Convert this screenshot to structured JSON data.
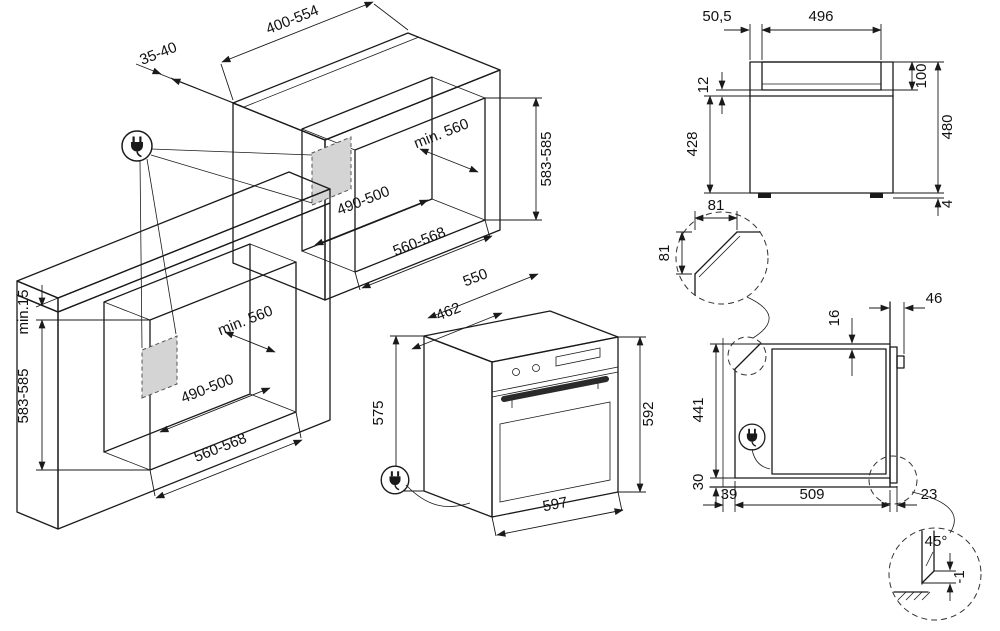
{
  "colors": {
    "shade": "#d4d4d4",
    "band": "#d9d9d9",
    "line": "#1a1a1a"
  },
  "views": {
    "tall_cabinet": {
      "dim_top_depth": "400-554",
      "dim_strip": "35-40",
      "dim_niche_height": "583-585",
      "dim_min_depth": "min. 560",
      "dim_inner_width": "490-500",
      "dim_niche_width": "560-568"
    },
    "base_cabinet": {
      "dim_top_gap": "min.15",
      "dim_niche_height": "583-585",
      "dim_min_depth": "min. 560",
      "dim_inner_width": "490-500",
      "dim_niche_width": "560-568"
    },
    "oven": {
      "dim_depth": "550",
      "dim_top_width": "462",
      "dim_body_height": "575",
      "dim_front_height": "592",
      "dim_front_width": "597"
    },
    "rear": {
      "dim_offset": "50,5",
      "dim_terminal_width": "496",
      "dim_terminal_height": "100",
      "dim_flange": "12",
      "dim_lower_height": "428",
      "dim_total_height": "480",
      "dim_foot": "4"
    },
    "corner_detail": {
      "dim_width": "81",
      "dim_height": "81"
    },
    "side": {
      "dim_top_gap": "16",
      "dim_front_gap": "46",
      "dim_inner_height": "441",
      "dim_bottom_gap": "30",
      "dim_rear_gap": "39",
      "dim_depth": "509",
      "dim_door": "23"
    },
    "bottom_detail": {
      "dim_angle": "45°",
      "dim_offset": "-1"
    }
  }
}
